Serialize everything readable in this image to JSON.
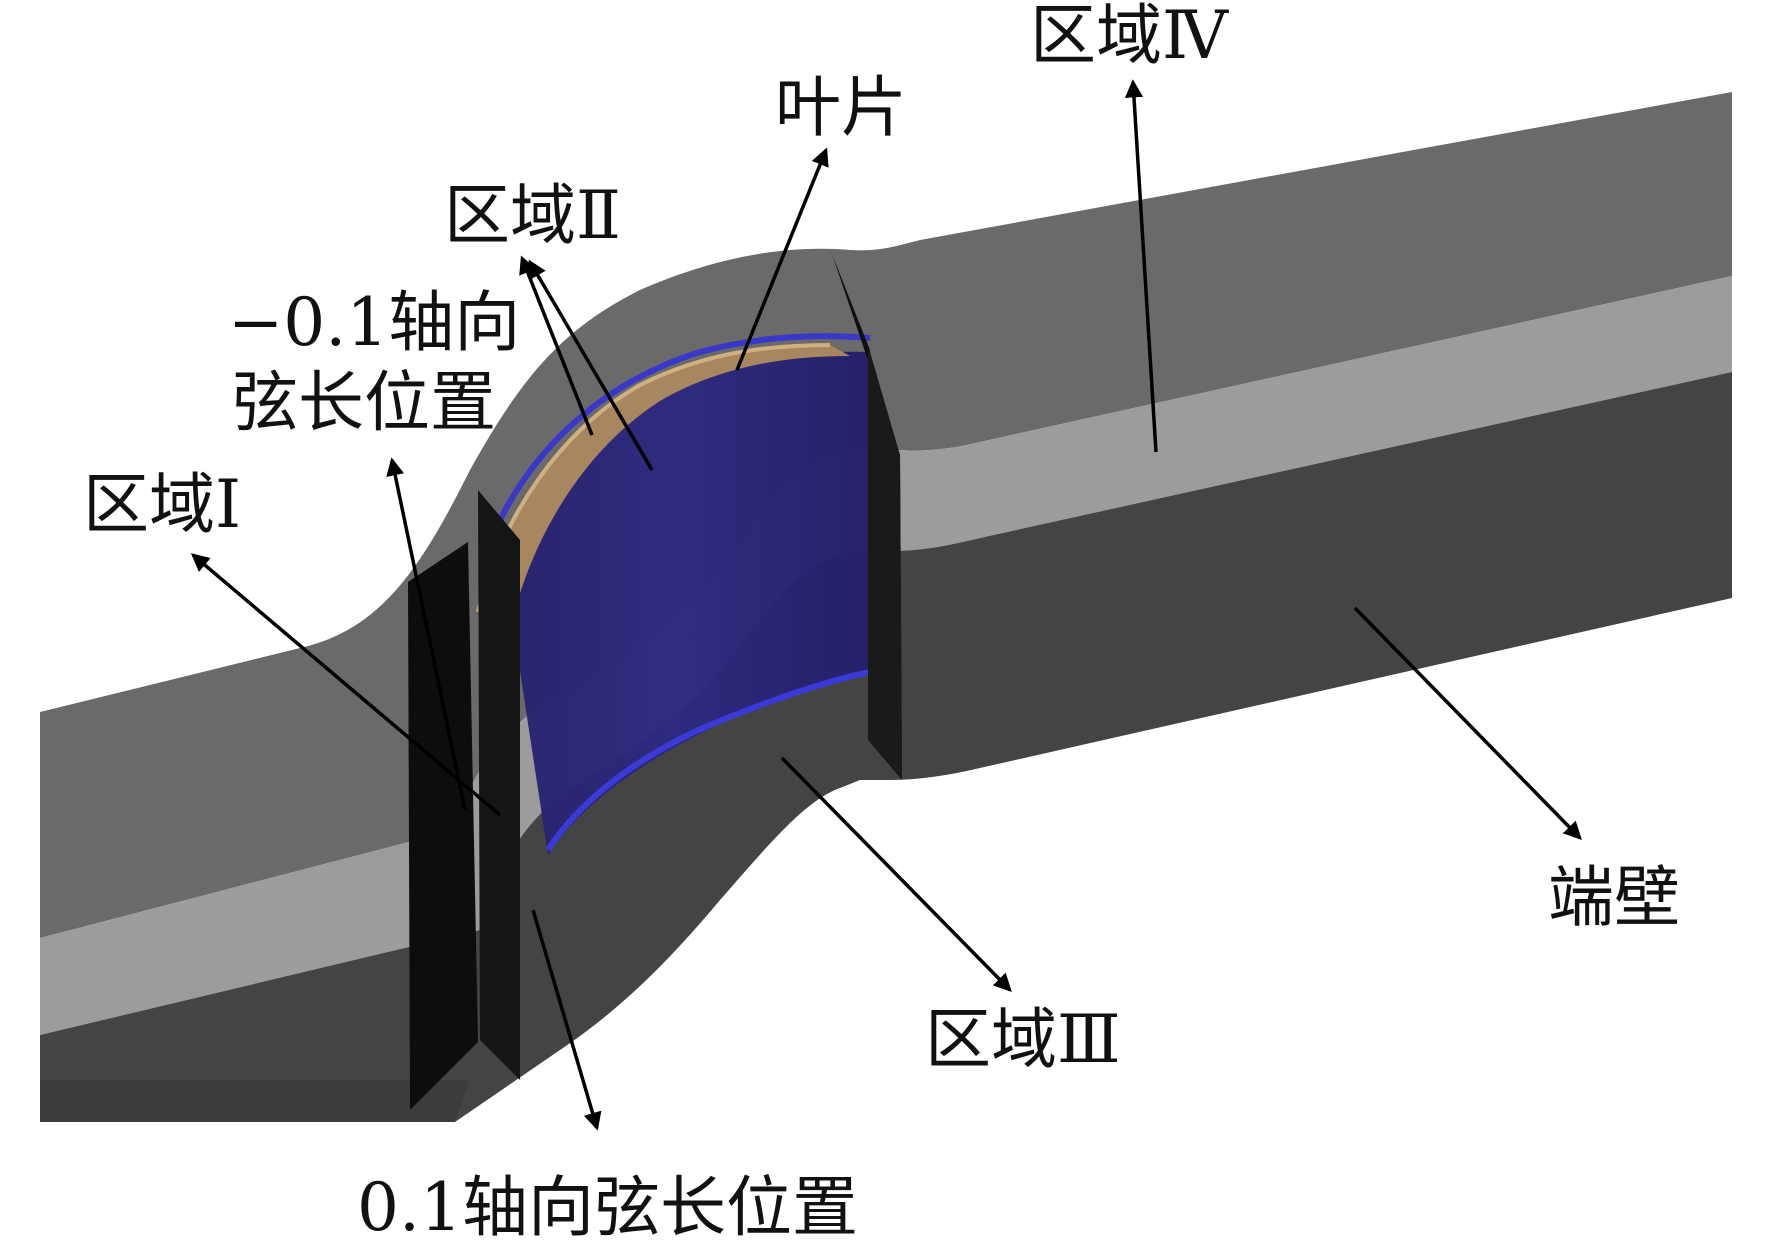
{
  "labels": {
    "region_1": "区域Ⅰ",
    "region_2": "区域Ⅱ",
    "region_3": "区域Ⅲ",
    "region_4": "区域Ⅳ",
    "blade": "叶片",
    "endwall": "端壁",
    "neg_chord_line1": "−0.1轴向",
    "neg_chord_line2": "弦长位置",
    "pos_chord": "0.1轴向弦长位置"
  },
  "colors": {
    "surface_dark": "#424242",
    "surface_mid": "#5c5c5c",
    "surface_top": "#6a6a6a",
    "band_light": "#9c9c9c",
    "blade_blue": "#2a2478",
    "blade_tan": "#a88660",
    "plane_black": "#0d0d0d",
    "arrow": "#000000"
  }
}
